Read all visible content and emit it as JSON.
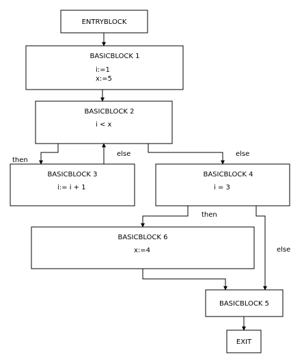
{
  "colors": {
    "stroke": "#000000",
    "background": "#ffffff",
    "text": "#000000"
  },
  "nodes": {
    "entry": {
      "title": "ENTRYBLOCK"
    },
    "bb1": {
      "title": "BASICBLOCK 1",
      "line1": "i:=1",
      "line2": "x:=5"
    },
    "bb2": {
      "title": "BASICBLOCK 2",
      "line1": "i < x"
    },
    "bb3": {
      "title": "BASICBLOCK 3",
      "line1": "i:= i + 1"
    },
    "bb4": {
      "title": "BASICBLOCK 4",
      "line1": "i = 3"
    },
    "bb6": {
      "title": "BASICBLOCK 6",
      "line1": "x:=4"
    },
    "bb5": {
      "title": "BASICBLOCK 5"
    },
    "exit": {
      "title": "EXIT"
    }
  },
  "edges": {
    "bb2_then": "then",
    "bb3_else": "else",
    "bb2_else": "else",
    "bb4_then": "then",
    "bb4_else": "else"
  }
}
